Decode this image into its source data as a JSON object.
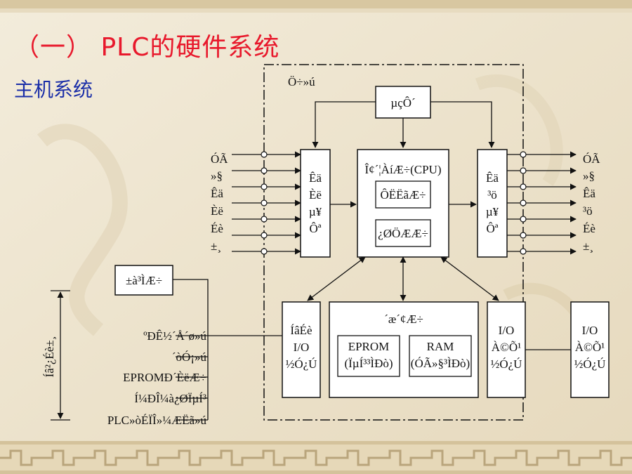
{
  "slide": {
    "title": "（一） PLC的硬件系统",
    "subtitle": "主机系统"
  },
  "diagram": {
    "host_label": "Ö÷»ú",
    "power": "µçÔ´",
    "cpu_title": "Î¢´¦ÀíÆ÷(CPU)",
    "cpu_sub1": "ÔËËãÆ÷",
    "cpu_sub2": "¿ØÖÆÆ÷",
    "input_unit": [
      "Êä",
      "Èë",
      "µ¥",
      "Ôª"
    ],
    "output_unit": [
      "Êä",
      "³ö",
      "µ¥",
      "Ôª"
    ],
    "left_signals": [
      "ÓÃ",
      "»§",
      "Êä",
      "Èë",
      "Éè",
      "±¸"
    ],
    "right_signals": [
      "ÓÃ",
      "»§",
      "Êä",
      "³ö",
      "Éè",
      "±¸"
    ],
    "memory_title": "´æ´¢Æ÷",
    "eprom_line1": "EPROM",
    "eprom_line2": "(ÏµÍ³³ÌÐò)",
    "ram_line1": "RAM",
    "ram_line2": "(ÓÃ»§³ÌÐò)",
    "peripheral_if": [
      "ÍâÉè",
      "I/O",
      "½Ó¿Ú"
    ],
    "expansion_if": [
      "I/O",
      "À©Õ¹",
      "½Ó¿Ú"
    ],
    "expansion_unit": [
      "I/O",
      "À©Õ¹",
      "½Ó¿Ú"
    ],
    "programmer": "±à³ÌÆ÷",
    "peripheral_label": "Íâ²¿Éè±¸",
    "peripherals": [
      "ºÐÊ½´Å´ø»ú",
      "´òÓ¡»ú",
      "EPROMÐ´ÈëÆ÷",
      "Í¼ÐÎ¼à¿ØÏµÍ³",
      "PLC»òÉÏÎ»¼ÆËã»ú"
    ]
  }
}
